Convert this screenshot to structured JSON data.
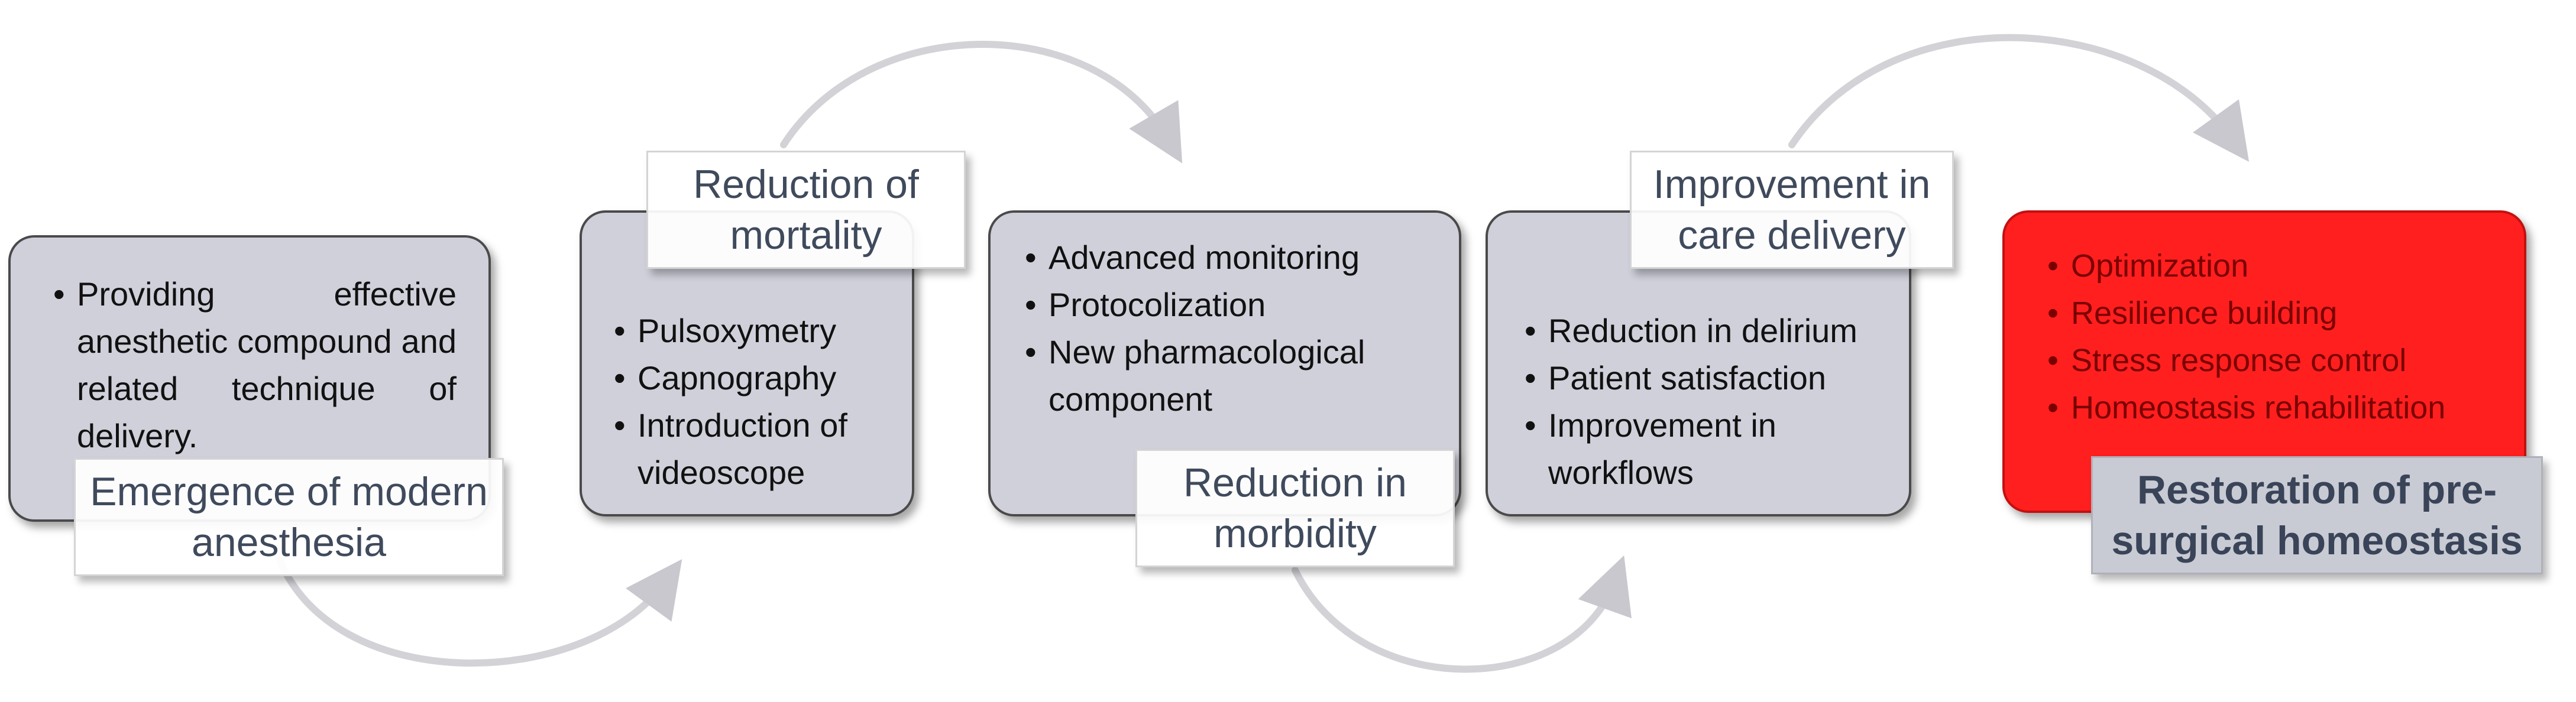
{
  "stages": [
    {
      "bullets": [
        "Providing effective anesthetic compound and related technique of delivery."
      ],
      "label": "Emergence of modern anesthesia"
    },
    {
      "bullets": [
        "Pulsoxymetry",
        "Capnography",
        "Introduction of videoscope"
      ],
      "label": "Reduction of mortality"
    },
    {
      "bullets": [
        "Advanced monitoring",
        "Protocolization",
        "New pharmacological component"
      ],
      "label": "Reduction in morbidity"
    },
    {
      "bullets": [
        "Reduction in delirium",
        "Patient satisfaction",
        "Improvement in workflows"
      ],
      "label": "Improvement in care delivery"
    },
    {
      "bullets": [
        "Optimization",
        "Resilience building",
        "Stress response control",
        "Homeostasis rehabilitation"
      ],
      "label": "Restoration of pre-surgical homeostasis"
    }
  ],
  "colors": {
    "card_fill": "#cfd0da",
    "accent_fill": "#ff1f1f",
    "accent_text": "#7a0000",
    "label_text": "#3f4a5c",
    "arrow": "#cfcfd4"
  }
}
